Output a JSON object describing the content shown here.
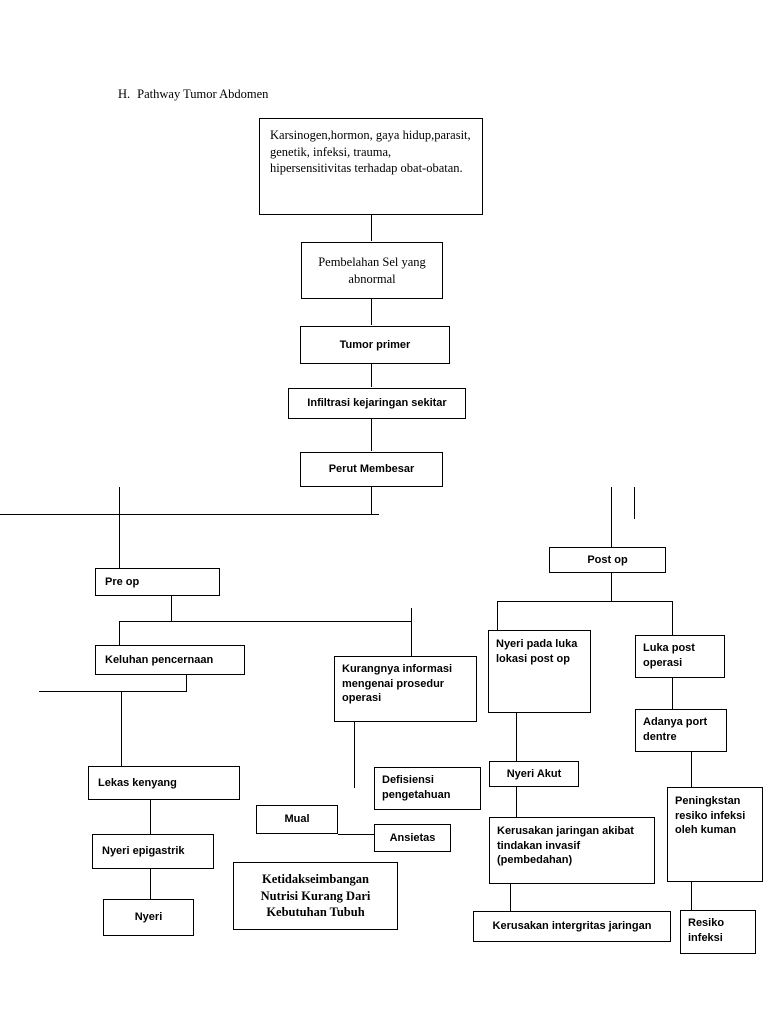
{
  "document": {
    "heading_letter": "H.",
    "heading_text": "Pathway Tumor Abdomen"
  },
  "nodes": {
    "causes": "Karsinogen,hormon, gaya hidup,parasit, genetik, infeksi, trauma, hipersensitivitas terhadap obat-obatan.",
    "abnormal_cell_division": "Pembelahan Sel yang abnormal",
    "primary_tumor": "Tumor primer",
    "infiltration": "Infiltrasi kejaringan sekitar",
    "enlarged_abdomen": "Perut Membesar",
    "pre_op": "Pre op",
    "post_op": "Post op",
    "digestive_complaints": "Keluhan pencernaan",
    "lack_of_information": "Kurangnya informasi mengenai prosedur operasi",
    "pain_at_wound": "Nyeri pada luka  lokasi post op",
    "post_op_wound": "Luka post operasi",
    "drain_presence": "Adanya port dentre",
    "early_satiety": "Lekas kenyang",
    "knowledge_deficit": "Defisiensi pengetahuan",
    "acute_pain": "Nyeri Akut",
    "increased_infection_risk": "Peningkstan resiko infeksi oleh kuman",
    "nausea": "Mual",
    "anxiety": "Ansietas",
    "epigastric_pain": "Nyeri epigastrik",
    "tissue_damage": "Kerusakan jaringan akibat tindakan invasif (pembedahan)",
    "pain": "Nyeri",
    "nutritional_imbalance": "Ketidakseimbangan Nutrisi Kurang Dari Kebutuhan Tubuh",
    "tissue_integrity_damage": "Kerusakan intergritas jaringan",
    "infection_risk": "Resiko infeksi"
  }
}
